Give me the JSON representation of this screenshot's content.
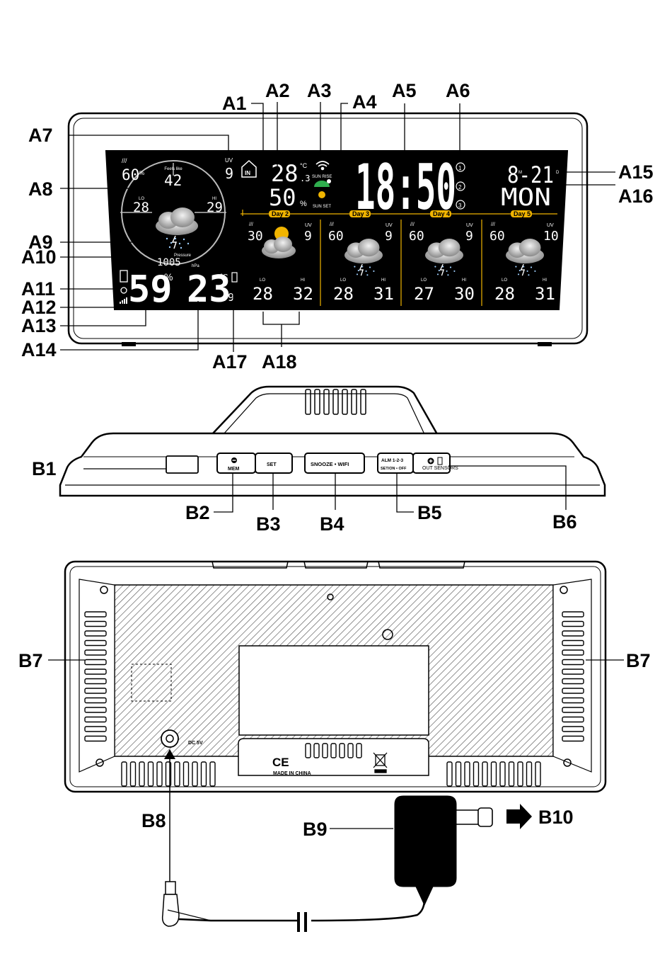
{
  "callouts": {
    "a1": "A1",
    "a2": "A2",
    "a3": "A3",
    "a4": "A4",
    "a5": "A5",
    "a6": "A6",
    "a7": "A7",
    "a8": "A8",
    "a9": "A9",
    "a10": "A10",
    "a11": "A11",
    "a12": "A12",
    "a13": "A13",
    "a14": "A14",
    "a15": "A15",
    "a16": "A16",
    "a17": "A17",
    "a18": "A18",
    "b1": "B1",
    "b2": "B2",
    "b3": "B3",
    "b4": "B4",
    "b5": "B5",
    "b6": "B6",
    "b7_left": "B7",
    "b7_right": "B7",
    "b8": "B8",
    "b9": "B9",
    "b10": "B10"
  },
  "display": {
    "outdoor_humidity_top": "60",
    "feels_like_label": "Feels like",
    "feels_like": "42",
    "uv_label": "UV",
    "uv_today": "9",
    "lo_label": "LO",
    "hi_label": "HI",
    "lo_today": "28",
    "hi_today": "29",
    "pressure_label": "Pressure",
    "pressure": "1005",
    "pressure_unit": "hPa",
    "indoor_badge": "IN",
    "indoor_temp": "28",
    "indoor_temp_decimal": ".3",
    "indoor_humidity": "50",
    "temp_unit": "°C",
    "percent": "%",
    "sunrise_label": "SUN RISE",
    "sunset_label": "SUN SET",
    "time": "18:50",
    "date": "8-21",
    "date_suffix": "D",
    "month_marker": "M",
    "weekday": "MON",
    "alarm_1": "1",
    "alarm_2": "2",
    "alarm_3": "3",
    "outdoor_humidity": "59",
    "outdoor_temp": "23",
    "outdoor_temp_decimal": ".9",
    "forecast": [
      {
        "day": "Day 2",
        "humidity": "30",
        "uv": "9",
        "lo": "28",
        "hi": "32"
      },
      {
        "day": "Day 3",
        "humidity": "60",
        "uv": "9",
        "lo": "28",
        "hi": "31"
      },
      {
        "day": "Day 4",
        "humidity": "60",
        "uv": "9",
        "lo": "27",
        "hi": "30"
      },
      {
        "day": "Day 5",
        "humidity": "60",
        "uv": "10",
        "lo": "28",
        "hi": "31"
      }
    ]
  },
  "buttons": {
    "mem": "MEM",
    "set": "SET",
    "snooze_wifi": "SNOOZE • WIFI",
    "alm_top": "ALM 1-2-3",
    "alm_bottom": "SET/ON • OFF",
    "out_sensors": "OUT SENSORS"
  },
  "rear": {
    "dc_label": "DC 5V",
    "ce_mark": "CE",
    "made_in": "MADE IN CHINA"
  },
  "colors": {
    "lcd_background": "#000000",
    "forecast_accent": "#f0b400",
    "sun": "#f0b400"
  }
}
